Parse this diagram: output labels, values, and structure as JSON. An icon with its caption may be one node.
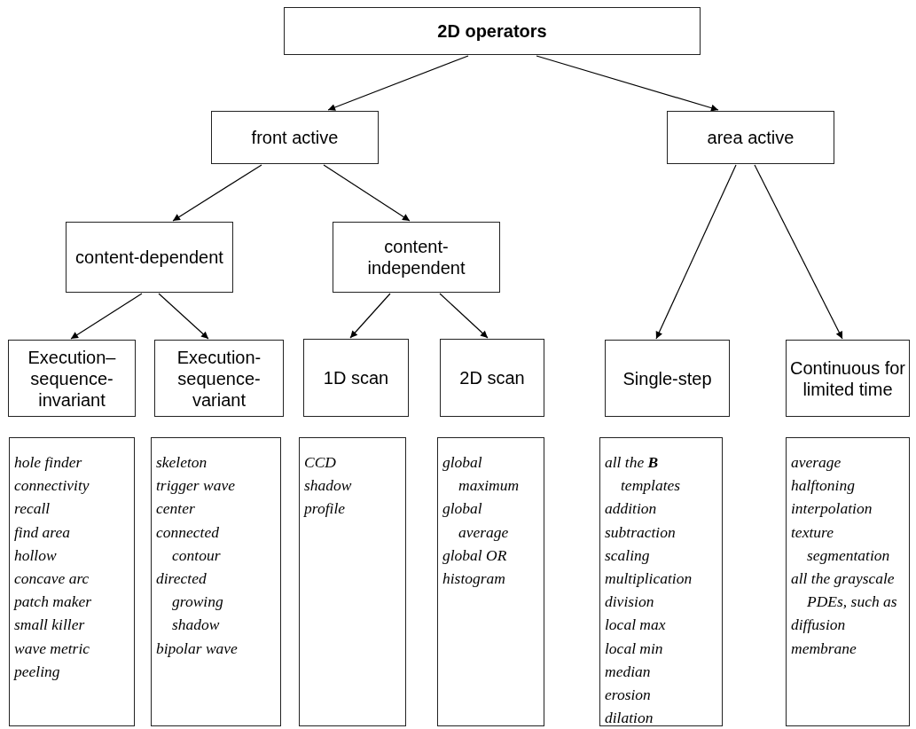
{
  "diagram": {
    "nodes": [
      {
        "text": [
          "2D operators"
        ]
      },
      {
        "text": [
          "front active"
        ]
      },
      {
        "text": [
          "area active"
        ]
      },
      {
        "text": [
          "content-dependent"
        ]
      },
      {
        "text": [
          "content-independent"
        ]
      },
      {
        "text": [
          "Execution–sequence-invariant"
        ]
      },
      {
        "text": [
          "Execution-sequence-variant"
        ]
      },
      {
        "text": [
          "1D scan"
        ]
      },
      {
        "text": [
          "2D scan"
        ]
      },
      {
        "text": [
          "Single-step"
        ]
      },
      {
        "text": [
          "Continuous for limited time"
        ]
      },
      {
        "text": [
          "hole finder",
          "connectivity",
          "recall",
          "find area",
          "hollow",
          "concave arc",
          "patch maker",
          "small killer",
          "wave metric",
          "peeling"
        ]
      },
      {
        "text": [
          "skeleton",
          "trigger wave",
          "center",
          "connected contour",
          "directed growing shadow",
          "bipolar wave"
        ]
      },
      {
        "text": [
          "CCD",
          "shadow",
          "profile"
        ]
      },
      {
        "text": [
          "global maximum",
          "global average",
          "global OR",
          "histogram"
        ]
      },
      {
        "text": [
          "all the **B** templates",
          "addition",
          "subtraction",
          "scaling",
          "multiplication",
          "division",
          "local max",
          "local min",
          "median",
          "erosion",
          "dilation"
        ]
      },
      {
        "text": [
          "average",
          "halftoning",
          "interpolation",
          "texture segmentation",
          "all the grayscale PDEs, such as",
          "diffusion",
          "membrane"
        ]
      }
    ],
    "edges": [
      {
        "from": 0,
        "to": 1,
        "arrow": "to"
      },
      {
        "from": 0,
        "to": 2,
        "arrow": "to"
      },
      {
        "from": 1,
        "to": 3,
        "arrow": "to"
      },
      {
        "from": 1,
        "to": 4,
        "arrow": "to"
      },
      {
        "from": 2,
        "to": 9,
        "arrow": "to"
      },
      {
        "from": 2,
        "to": 10,
        "arrow": "to"
      },
      {
        "from": 3,
        "to": 5,
        "arrow": "to"
      },
      {
        "from": 3,
        "to": 6,
        "arrow": "to"
      },
      {
        "from": 4,
        "to": 7,
        "arrow": "to"
      },
      {
        "from": 4,
        "to": 8,
        "arrow": "to"
      }
    ]
  }
}
